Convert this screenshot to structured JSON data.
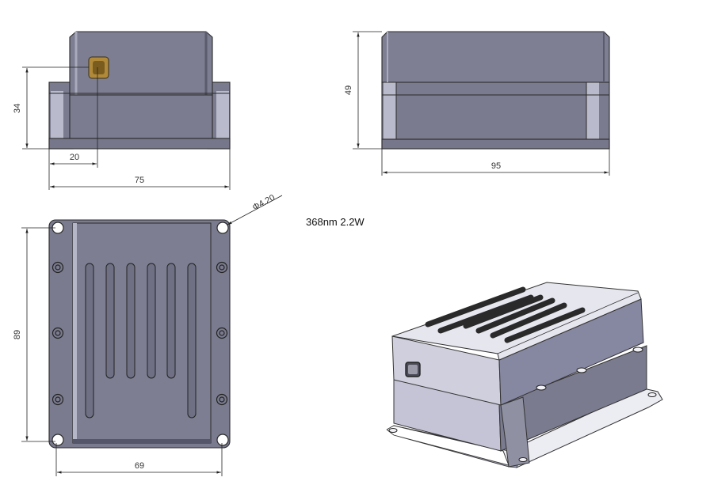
{
  "caption": "368nm 2.2W",
  "dimensions": {
    "front_height": "34",
    "front_offset": "20",
    "front_width": "75",
    "side_height": "49",
    "side_width": "95",
    "top_height": "89",
    "top_width": "69",
    "hole_dia": "Φ4.20"
  },
  "colors": {
    "body": "#7a7b8e",
    "body_dark": "#636476",
    "body_light": "#c2c3d4",
    "window": "#b08a3a",
    "iso_top": "#e4e4ee",
    "iso_front": "#c9c9d9",
    "iso_side": "#6e6f84"
  }
}
